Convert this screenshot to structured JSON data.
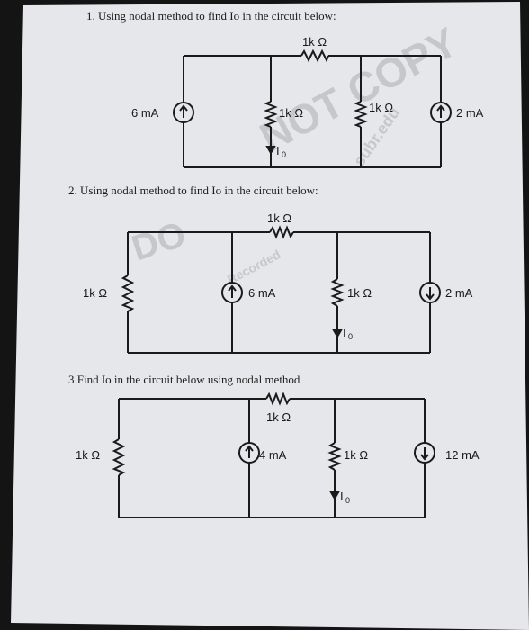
{
  "questions": [
    {
      "text": "1. Using nodal method to find Io in the circuit below:"
    },
    {
      "text": "2. Using nodal method to find Io in the circuit below:"
    },
    {
      "text": "3 Find Io in the circuit below using nodal method"
    }
  ],
  "circuit1": {
    "r_top": "1k Ω",
    "source_left": "6 mA",
    "r_mid": "1k Ω",
    "r_right": "1k Ω",
    "source_right": "2 mA",
    "io_label": "I",
    "io_sub": "0"
  },
  "circuit2": {
    "r_top": "1k Ω",
    "r_left": "1k Ω",
    "source_mid": "6 mA",
    "r_right": "1k Ω",
    "source_right": "2 mA",
    "io_label": "I",
    "io_sub": "0"
  },
  "circuit3": {
    "r_top": "1k Ω",
    "r_left": "1k Ω",
    "source_mid": "4 mA",
    "r_right": "1k Ω",
    "source_right": "12 mA",
    "io_label": "I",
    "io_sub": "0"
  },
  "watermarks": [
    "DO",
    "NOT COPY",
    "subr.edu",
    "Recorded"
  ],
  "colors": {
    "paper": "#e6e7eb",
    "ink": "#1a1a1a",
    "background": "#141414"
  }
}
